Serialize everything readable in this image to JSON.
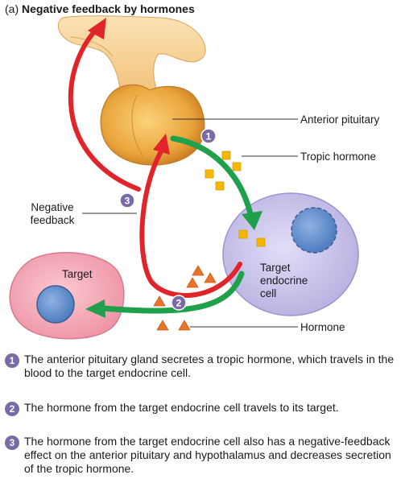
{
  "title": {
    "panel": "(a)",
    "text": "Negative feedback by hormones"
  },
  "labels": {
    "anterior_pituitary": "Anterior pituitary",
    "tropic_hormone": "Tropic hormone",
    "negative_feedback_line1": "Negative",
    "negative_feedback_line2": "feedback",
    "target": "Target",
    "target_endocrine_line1": "Target",
    "target_endocrine_line2": "endocrine",
    "target_endocrine_line3": "cell",
    "hormone": "Hormone"
  },
  "badges": {
    "one": "1",
    "two": "2",
    "three": "3"
  },
  "steps": [
    {
      "number": "1",
      "text": "The anterior pituitary gland secretes a tropic hormone, which travels in the blood to the target endocrine cell."
    },
    {
      "number": "2",
      "text": "The hormone from the target endocrine cell travels to its target."
    },
    {
      "number": "3",
      "text": "The hormone from the target endocrine cell also has a negative-feedback effect on the anterior pituitary and hypothalamus and decreases secretion of the tropic hormone."
    }
  ],
  "colors": {
    "tropic_hormone": "#f5b800",
    "hormone": "#e8742a",
    "negative_feedback_arrow": "#e0242a",
    "secretion_arrow": "#1fa04b",
    "badge": "#7a6aa6",
    "endocrine_cell": "#c9c4ea",
    "target_cell": "#f4a6b4",
    "nucleus": "#6c95cf",
    "pituitary": "#e7a43c"
  }
}
